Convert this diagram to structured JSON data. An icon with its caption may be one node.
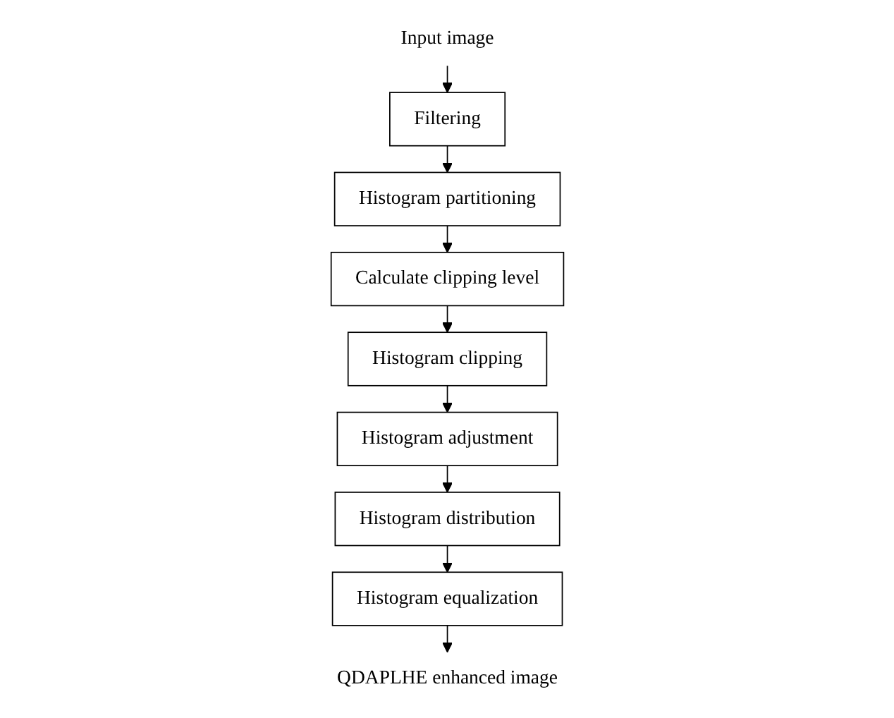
{
  "diagram": {
    "nodes": [
      {
        "text": [
          "Input image"
        ]
      },
      {
        "text": [
          "Filtering"
        ]
      },
      {
        "text": [
          "Histogram partitioning"
        ]
      },
      {
        "text": [
          "Calculate clipping level"
        ]
      },
      {
        "text": [
          "Histogram clipping"
        ]
      },
      {
        "text": [
          "Histogram adjustment"
        ]
      },
      {
        "text": [
          "Histogram distribution"
        ]
      },
      {
        "text": [
          "Histogram equalization"
        ]
      },
      {
        "text": [
          "QDAPLHE enhanced image"
        ]
      }
    ],
    "edges": [
      {
        "from": 0,
        "to": 1,
        "arrow": "to"
      },
      {
        "from": 1,
        "to": 2,
        "arrow": "to"
      },
      {
        "from": 2,
        "to": 3,
        "arrow": "to"
      },
      {
        "from": 3,
        "to": 4,
        "arrow": "to"
      },
      {
        "from": 4,
        "to": 5,
        "arrow": "to"
      },
      {
        "from": 5,
        "to": 6,
        "arrow": "to"
      },
      {
        "from": 6,
        "to": 7,
        "arrow": "to"
      },
      {
        "from": 7,
        "to": 8,
        "arrow": "to"
      }
    ]
  }
}
